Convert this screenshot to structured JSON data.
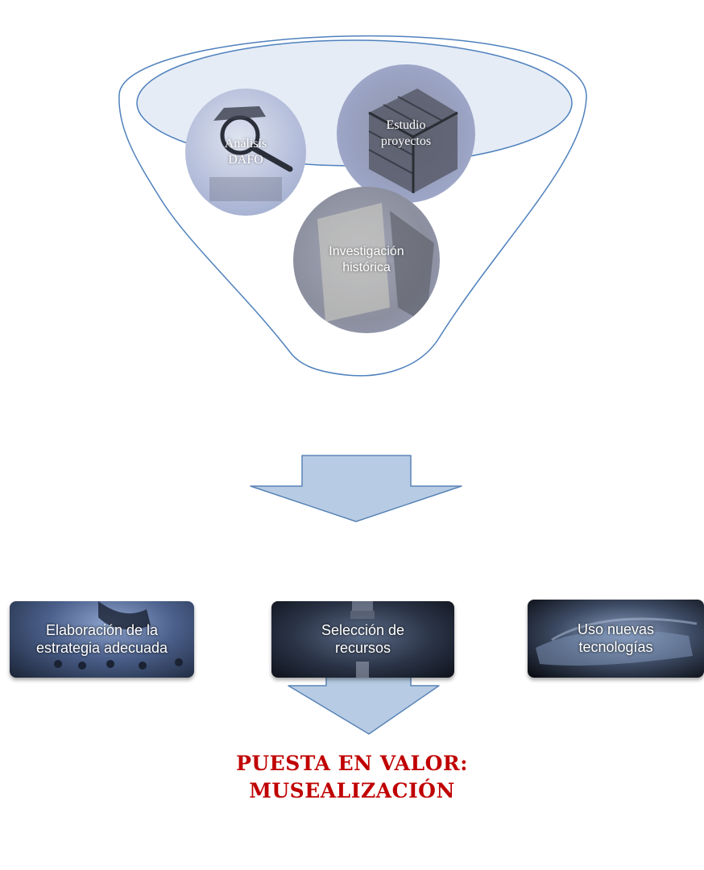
{
  "funnel": {
    "items": [
      {
        "label": "Análisis\nDAFO",
        "icon": "detective-magnifier-icon"
      },
      {
        "label": "Estudio\nproyectos",
        "icon": "cube-icon"
      },
      {
        "label": "Investigación\nhistórica",
        "icon": "document-bundle-icon"
      }
    ]
  },
  "steps": [
    {
      "label": "Elaboración de la\nestrategia adecuada",
      "icon": "chess-hand-icon"
    },
    {
      "label": "Selección de\nrecursos",
      "icon": "books-figure-icon"
    },
    {
      "label": "Uso nuevas\ntecnologías",
      "icon": "hands-icon"
    }
  ],
  "conclusion": {
    "line1": "PUESTA EN VALOR:",
    "line2": "MUSEALIZACIÓN"
  },
  "colors": {
    "arrow_fill": "#b7cce4",
    "arrow_stroke": "#5b84b6",
    "funnel_stroke": "#4f81bd",
    "funnel_rim_fill": "#c5d5ea",
    "conclusion_text": "#c00000"
  }
}
